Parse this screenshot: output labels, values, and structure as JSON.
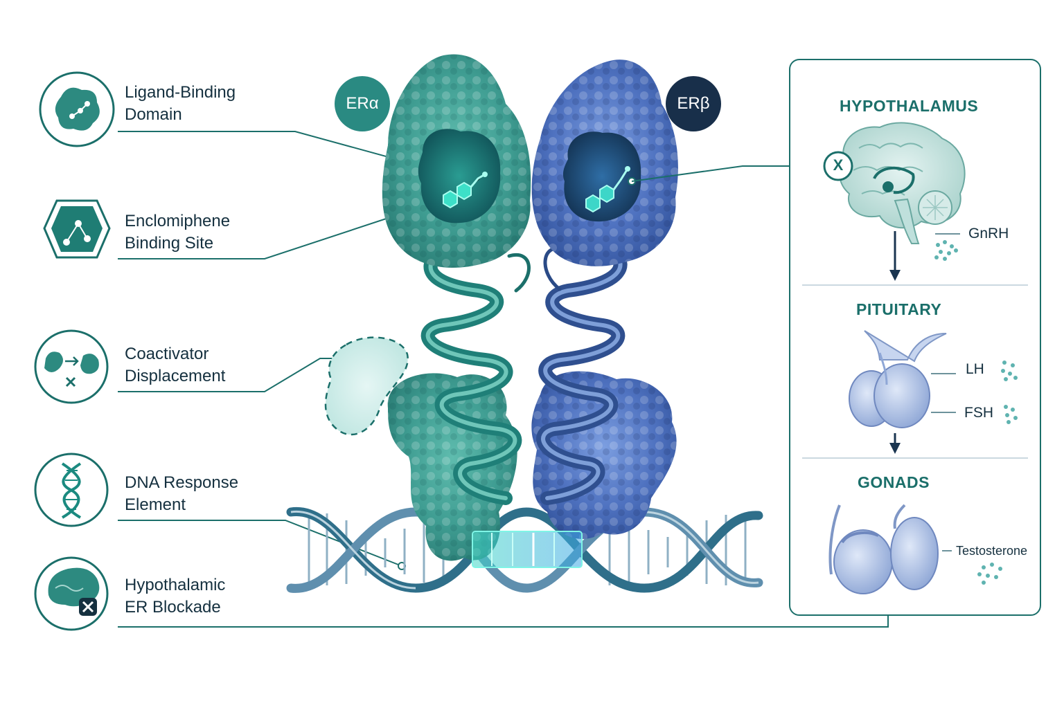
{
  "colors": {
    "teal": "#1b7a73",
    "teal_light": "#7fcfc3",
    "blue": "#3f63b0",
    "navy": "#1a3550",
    "panel_border": "#1b6f6a"
  },
  "receptors": {
    "alpha_label": "ERα",
    "beta_label": "ERβ"
  },
  "legend": [
    {
      "label": "Ligand-Binding\nDomain",
      "icon": "protein-domain-icon"
    },
    {
      "label": "Enclomiphene\nBinding Site",
      "icon": "molecule-hexagon-icon"
    },
    {
      "label": "Coactivator\nDisplacement",
      "icon": "coactivator-swap-icon"
    },
    {
      "label": "DNA Response\nElement",
      "icon": "dna-helix-icon"
    },
    {
      "label": "Hypothalamic\nER Blockade",
      "icon": "brain-block-icon"
    }
  ],
  "axis_panel": {
    "hypothalamus": "HYPOTHALAMUS",
    "pituitary": "PITUITARY",
    "gonads": "GONADS",
    "gnrh": "GnRH",
    "lh": "LH",
    "fsh": "FSH",
    "testosterone": "Testosterone",
    "block_symbol": "X"
  }
}
